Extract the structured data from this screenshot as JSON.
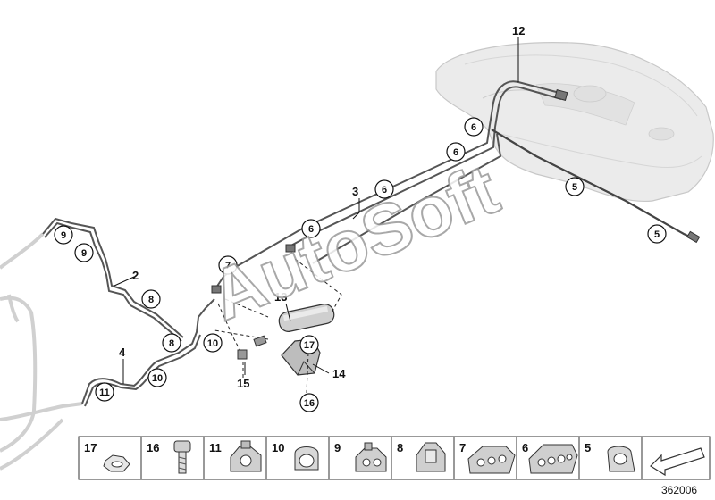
{
  "watermark": "AutoSoft",
  "doc_number": "362006",
  "callouts": {
    "c2": "2",
    "c3": "3",
    "c4": "4",
    "c12": "12",
    "c13": "13",
    "c14": "14",
    "c15": "15",
    "circ5a": "5",
    "circ5b": "5",
    "circ6a": "6",
    "circ6b": "6",
    "circ6c": "6",
    "circ6d": "6",
    "circ7": "7",
    "circ8a": "8",
    "circ8b": "8",
    "circ9a": "9",
    "circ9b": "9",
    "circ10a": "10",
    "circ10b": "10",
    "circ11": "11",
    "circ16": "16",
    "circ17": "17"
  },
  "legend": [
    "17",
    "16",
    "11",
    "10",
    "9",
    "8",
    "7",
    "6",
    "5"
  ]
}
